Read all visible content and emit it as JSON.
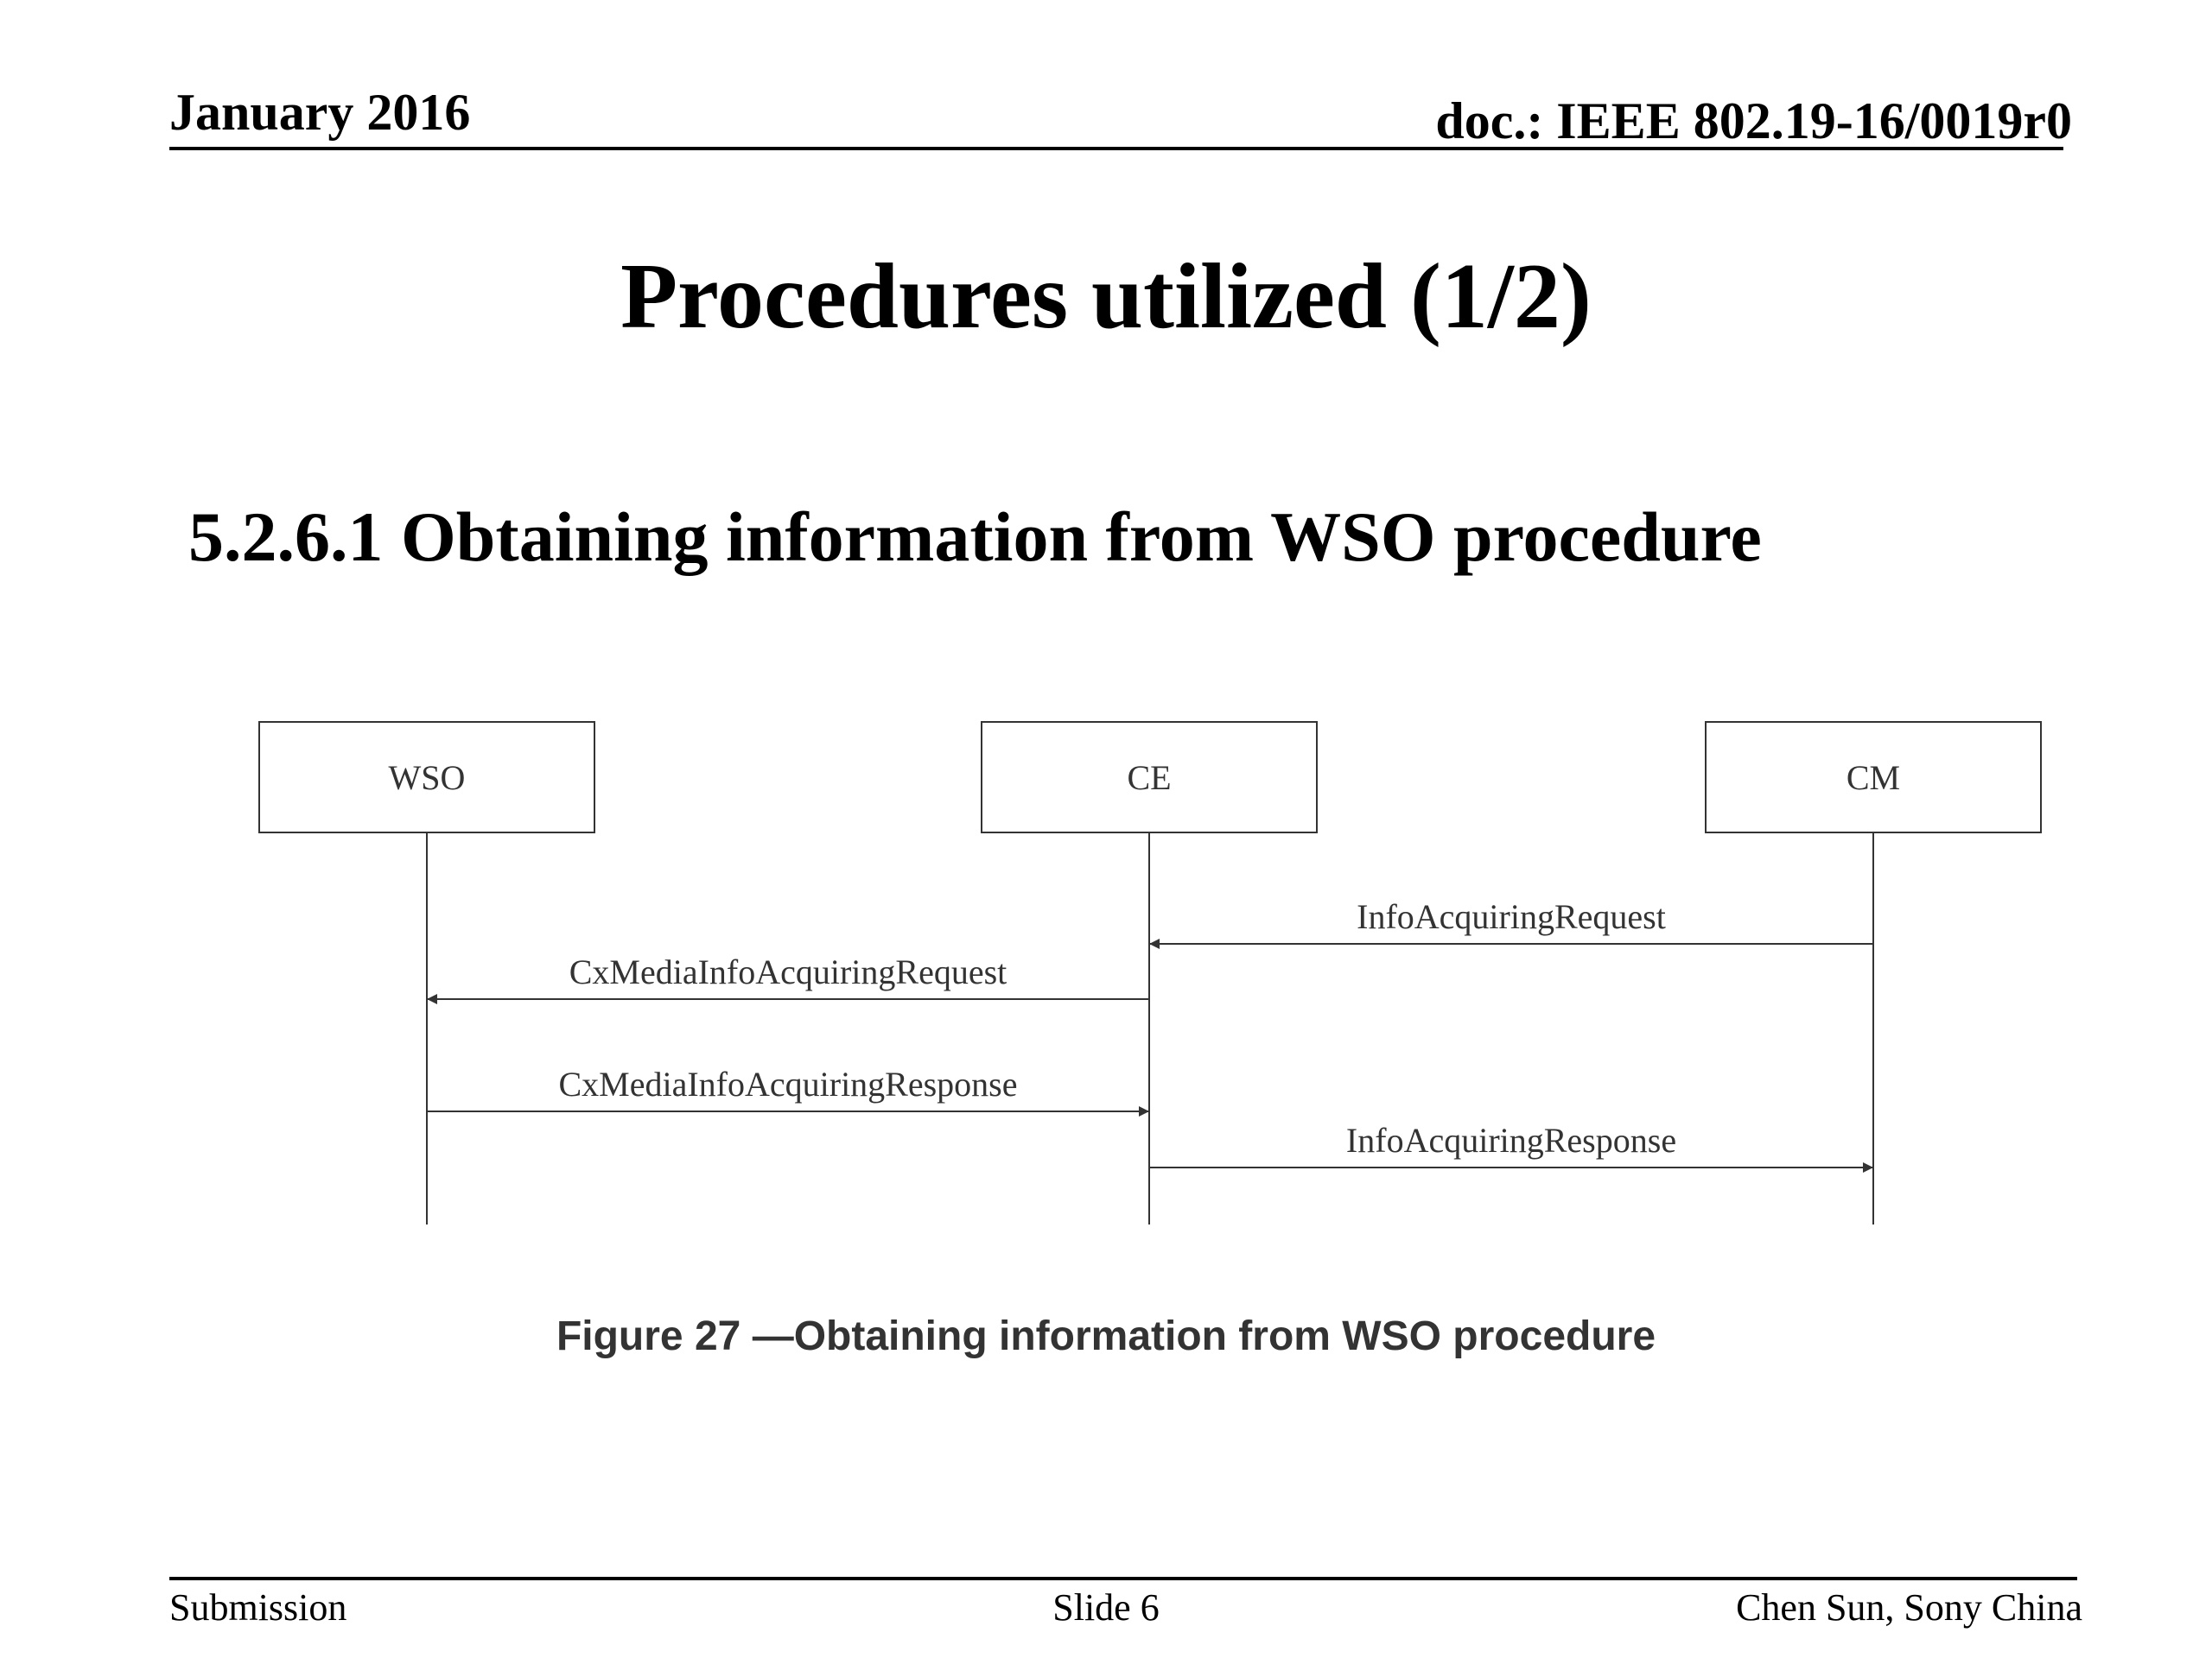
{
  "header": {
    "date": "January 2016",
    "doc_id": "doc.: IEEE 802.19-16/0019r0"
  },
  "slide": {
    "title": "Procedures utilized (1/2)",
    "subtitle": "5.2.6.1 Obtaining information from WSO procedure"
  },
  "diagram": {
    "entities": [
      {
        "id": "wso",
        "label": "WSO"
      },
      {
        "id": "ce",
        "label": "CE"
      },
      {
        "id": "cm",
        "label": "CM"
      }
    ],
    "messages": [
      {
        "from": "cm",
        "to": "ce",
        "label": "InfoAcquiringRequest"
      },
      {
        "from": "ce",
        "to": "wso",
        "label": "CxMediaInfoAcquiringRequest"
      },
      {
        "from": "wso",
        "to": "ce",
        "label": "CxMediaInfoAcquiringResponse"
      },
      {
        "from": "ce",
        "to": "cm",
        "label": "InfoAcquiringResponse"
      }
    ],
    "caption": "Figure 27 —Obtaining information from WSO procedure"
  },
  "footer": {
    "left": "Submission",
    "center": "Slide 6",
    "right": "Chen Sun, Sony China"
  },
  "colors": {
    "text": "#000000",
    "diagram_line": "#333333",
    "caption": "#333333"
  }
}
